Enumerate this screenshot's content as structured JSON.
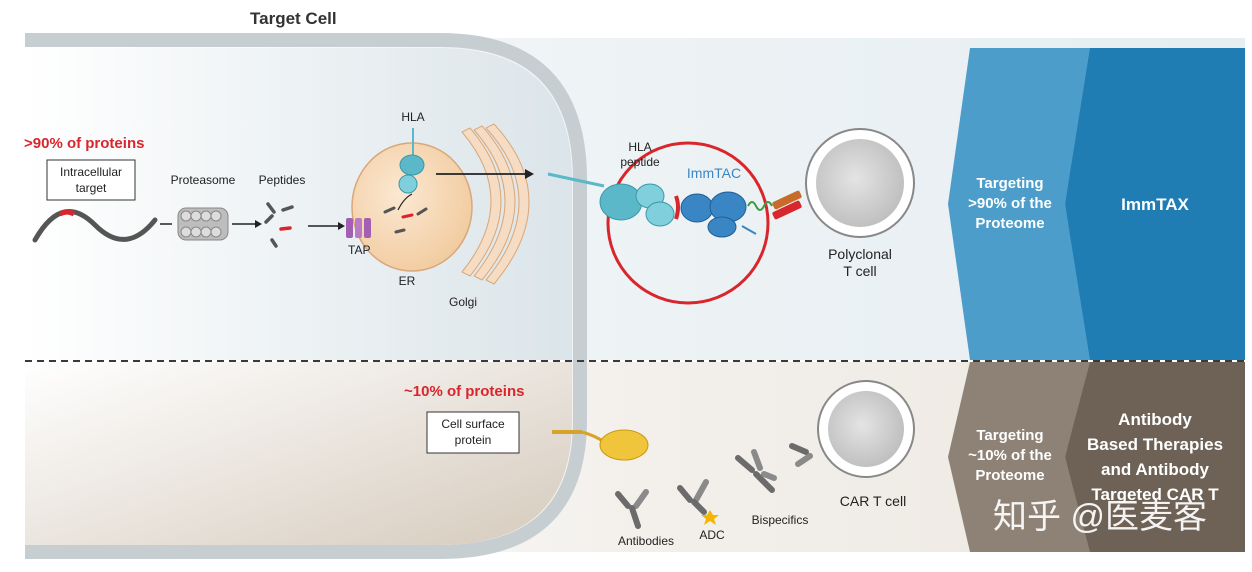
{
  "title": "Target Cell",
  "top": {
    "stat": ">90% of proteins",
    "intracellular_target": [
      "Intracellular",
      "target"
    ],
    "proteasome": "Proteasome",
    "peptides": "Peptides",
    "tap": "TAP",
    "hla": "HLA",
    "er": "ER",
    "golgi": "Golgi",
    "hla_peptide": [
      "HLA",
      "peptide"
    ],
    "immtac": "ImmTAC",
    "tcell": [
      "Polyclonal",
      "T cell"
    ],
    "targeting": [
      "Targeting",
      ">90% of the",
      "Proteome"
    ],
    "result": "ImmTAX"
  },
  "bottom": {
    "stat": "~10% of proteins",
    "cell_surface": [
      "Cell surface",
      "protein"
    ],
    "antibodies": "Antibodies",
    "adc": "ADC",
    "bispecifics": "Bispecifics",
    "cart_cell": "CAR T cell",
    "targeting": [
      "Targeting",
      "~10% of the",
      "Proteome"
    ],
    "result": [
      "Antibody",
      "Based Therapies",
      "and Antibody",
      "Targeted CAR T"
    ]
  },
  "watermark": "知乎 @医麦客",
  "colors": {
    "stat_red": "#d9262c",
    "blue_light": "#4d9dcb",
    "blue_dark": "#1f7db4",
    "brown_light": "#8e8277",
    "brown_dark": "#6e6257",
    "teal": "#5bb8c8",
    "immtac_blue": "#3a86c4"
  }
}
